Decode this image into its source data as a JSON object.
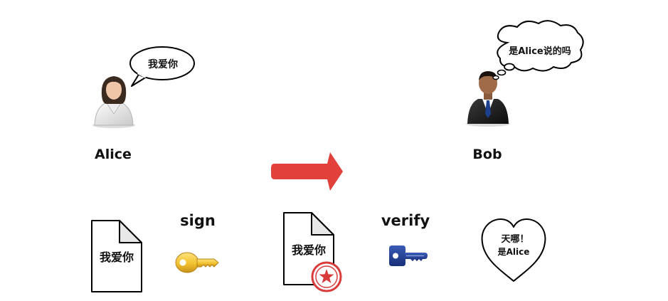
{
  "alice": {
    "name": "Alice",
    "speech": "我爱你"
  },
  "bob": {
    "name": "Bob",
    "thought": "是Alice说的吗"
  },
  "document_plain": {
    "text": "我爱你"
  },
  "document_signed": {
    "text": "我爱你"
  },
  "sign_step": {
    "label": "sign",
    "icon": "gold-key-icon"
  },
  "verify_step": {
    "label": "verify",
    "icon": "blue-key-icon"
  },
  "heart_message": {
    "line1": "天哪！",
    "line2": "是Alice"
  },
  "colors": {
    "arrow": "#e2403a",
    "seal": "#d93b3b",
    "gold_key": "#f2c230",
    "blue_key": "#1f3f93"
  }
}
